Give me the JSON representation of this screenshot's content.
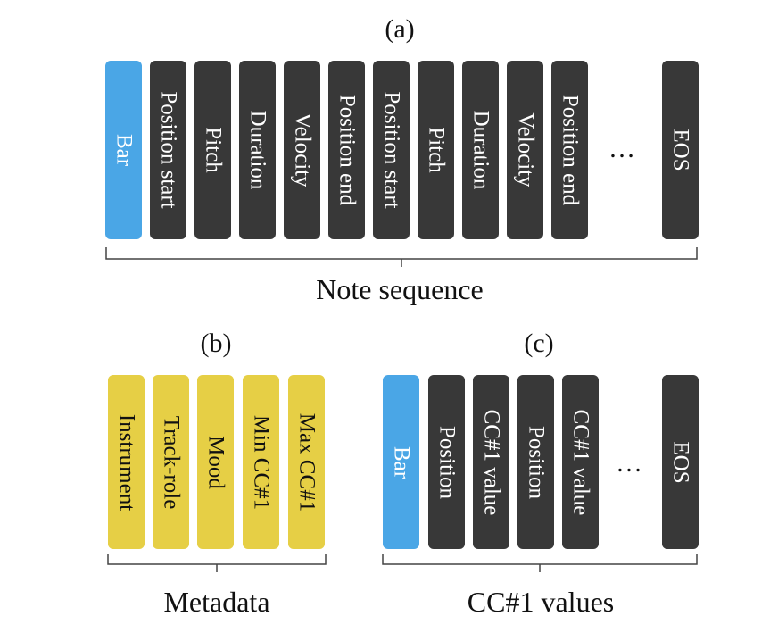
{
  "panels": {
    "a": {
      "label": "(a)",
      "tokens": [
        {
          "text": "Bar",
          "kind": "blue"
        },
        {
          "text": "Position start",
          "kind": "dark"
        },
        {
          "text": "Pitch",
          "kind": "dark"
        },
        {
          "text": "Duration",
          "kind": "dark"
        },
        {
          "text": "Velocity",
          "kind": "dark"
        },
        {
          "text": "Position end",
          "kind": "dark"
        },
        {
          "text": "Position start",
          "kind": "dark"
        },
        {
          "text": "Pitch",
          "kind": "dark"
        },
        {
          "text": "Duration",
          "kind": "dark"
        },
        {
          "text": "Velocity",
          "kind": "dark"
        },
        {
          "text": "Position end",
          "kind": "dark"
        },
        {
          "text": "EOS",
          "kind": "dark"
        }
      ],
      "ellipsis": "…",
      "caption": "Note sequence"
    },
    "b": {
      "label": "(b)",
      "tokens": [
        {
          "text": "Instrument",
          "kind": "yellow"
        },
        {
          "text": "Track-role",
          "kind": "yellow"
        },
        {
          "text": "Mood",
          "kind": "yellow"
        },
        {
          "text": "Min CC#1",
          "kind": "yellow"
        },
        {
          "text": "Max CC#1",
          "kind": "yellow"
        }
      ],
      "caption": "Metadata"
    },
    "c": {
      "label": "(c)",
      "tokens": [
        {
          "text": "Bar",
          "kind": "blue"
        },
        {
          "text": "Position",
          "kind": "dark"
        },
        {
          "text": "CC#1 value",
          "kind": "dark"
        },
        {
          "text": "Position",
          "kind": "dark"
        },
        {
          "text": "CC#1 value",
          "kind": "dark"
        },
        {
          "text": "EOS",
          "kind": "dark"
        }
      ],
      "ellipsis": "…",
      "caption": "CC#1 values"
    }
  },
  "colors": {
    "dark": "#383838",
    "blue": "#4aa6e6",
    "yellow": "#e6cf45"
  }
}
